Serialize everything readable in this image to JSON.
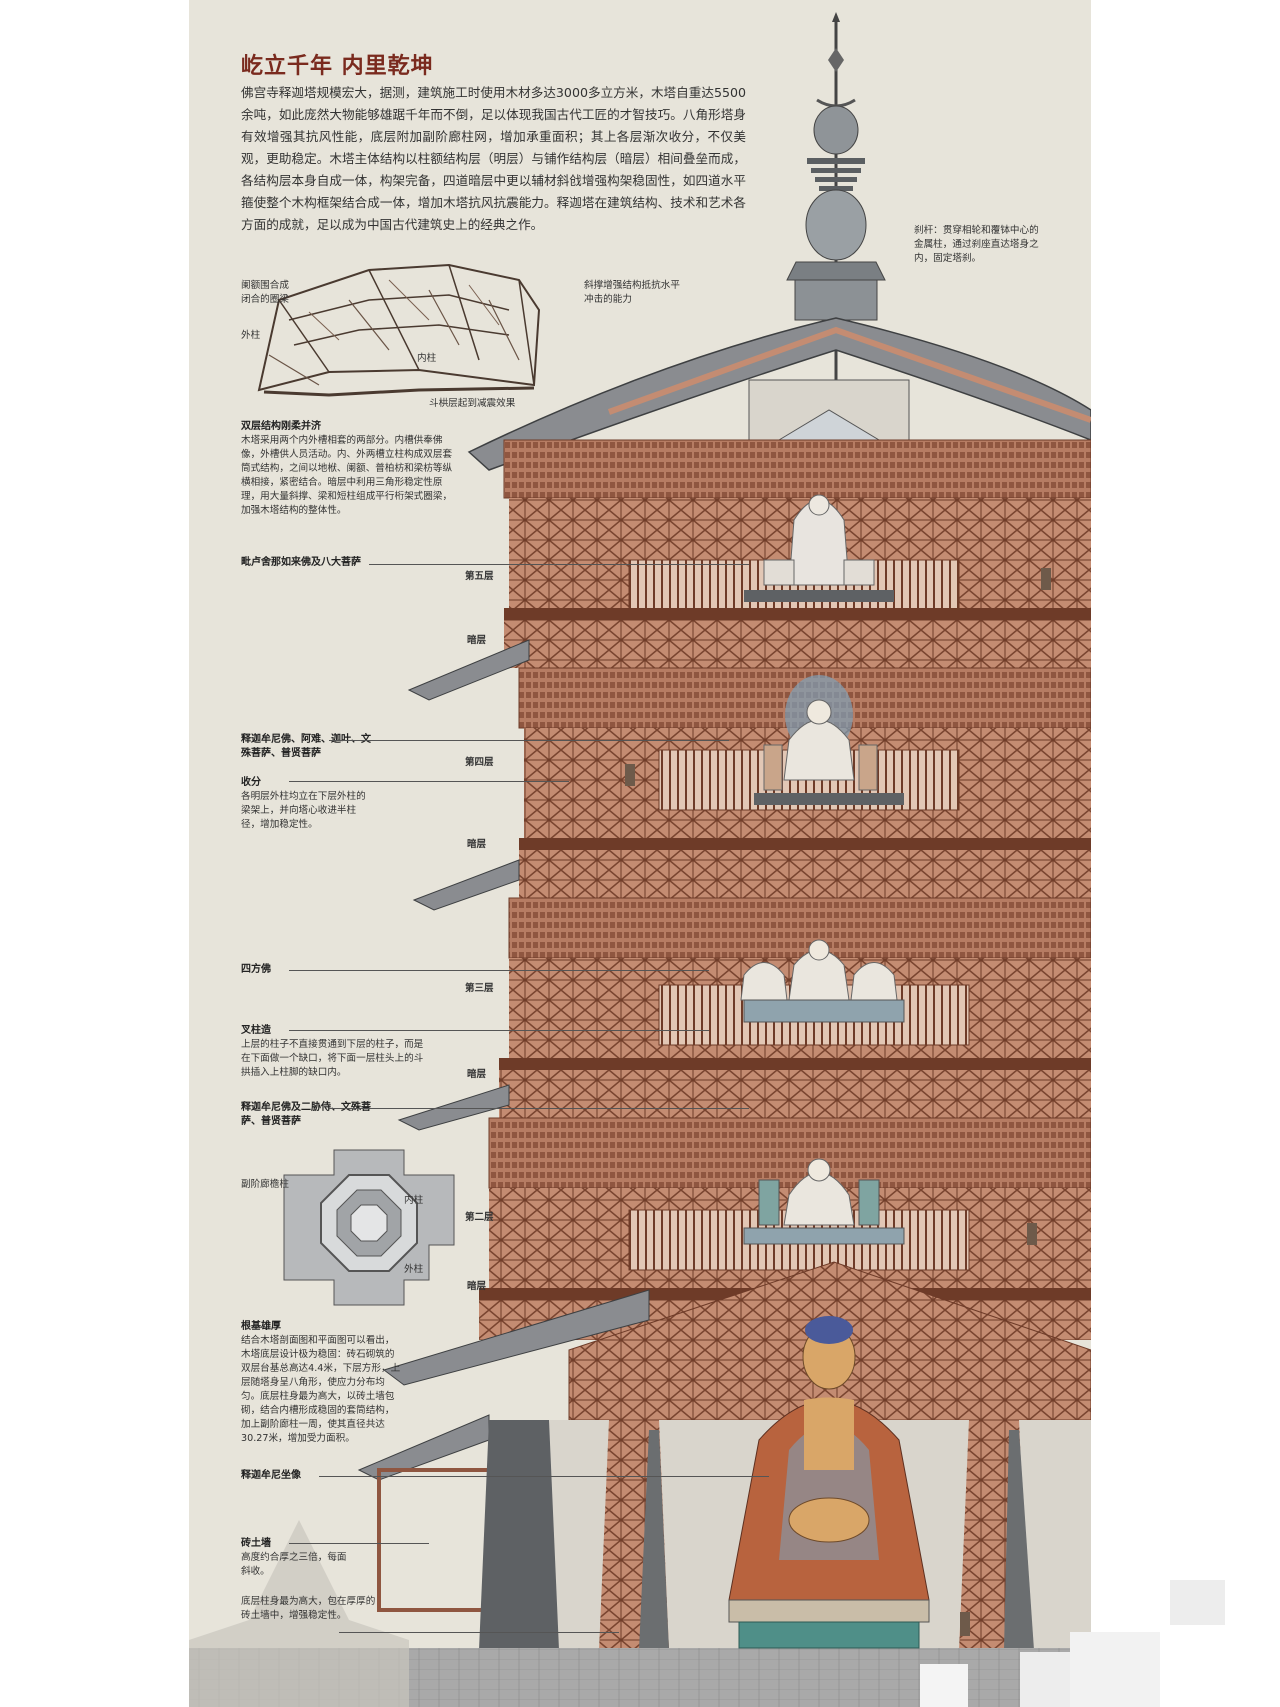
{
  "title": "屹立千年 内里乾坤",
  "intro": "佛宫寺释迦塔规模宏大，据测，建筑施工时使用木材多达3000多立方米，木塔自重达5500余吨，如此庞然大物能够雄踞千年而不倒，足以体现我国古代工匠的才智技巧。八角形塔身有效增强其抗风性能，底层附加副阶廊柱网，增加承重面积；其上各层渐次收分，不仅美观，更助稳定。木塔主体结构以柱额结构层（明层）与铺作结构层（暗层）相间叠垒而成，各结构层本身自成一体，构架完备，四道暗层中更以辅材斜戗增强构架稳固性，如四道水平箍使整个木构框架结合成一体，增加木塔抗风抗震能力。释迦塔在建筑结构、技术和艺术各方面的成就，足以成为中国古代建筑史上的经典之作。",
  "spire_note": "刹杆：贯穿相轮和覆钵中心的金属柱，通过刹座直达塔身之内，固定塔刹。",
  "frame_labels": {
    "ring_beam": "阑额围合成闭合的圈梁",
    "brace": "斜撑增强结构抵抗水平冲击的能力",
    "outer_col": "外柱",
    "inner_col": "内柱",
    "dougong": "斗栱层起到减震效果"
  },
  "notes": [
    {
      "head": "双层结构刚柔并济",
      "body": "木塔采用两个内外槽相套的两部分。内槽供奉佛像，外槽供人员活动。内、外两槽立柱构成双层套筒式结构，之间以地栿、阑额、普柏枋和梁枋等纵横相接，紧密结合。暗层中利用三角形稳定性原理，用大量斜撑、梁和短柱组成平行桁架式圈梁，加强木塔结构的整体性。"
    },
    {
      "head": "毗卢舍那如来佛及八大菩萨",
      "body": ""
    },
    {
      "head": "释迦牟尼佛、阿难、迦叶、文殊菩萨、普贤菩萨",
      "body": ""
    },
    {
      "head": "收分",
      "body": "各明层外柱均立在下层外柱的梁架上，并向塔心收进半柱径，增加稳定性。"
    },
    {
      "head": "四方佛",
      "body": ""
    },
    {
      "head": "叉柱造",
      "body": "上层的柱子不直接贯通到下层的柱子，而是在下面做一个缺口，将下面一层柱头上的斗拱插入上柱脚的缺口内。"
    },
    {
      "head": "释迦牟尼佛及二胁侍、文殊菩萨、普贤菩萨",
      "body": ""
    },
    {
      "head": "根基雄厚",
      "body": "结合木塔剖面图和平面图可以看出，木塔底层设计极为稳固：砖石砌筑的双层台基总高达4.4米，下层方形，上层随塔身呈八角形，使应力分布均匀。底层柱身最为高大，以砖土墙包砌，结合内槽形成稳固的套筒结构，加上副阶廊柱一周，使其直径共达30.27米，增加受力面积。"
    },
    {
      "head": "释迦牟尼坐像",
      "body": ""
    },
    {
      "head": "砖土墙",
      "body": "高度约合厚之三倍，每面斜收。"
    },
    {
      "head": "",
      "body": "底层柱身最为高大，包在厚厚的砖土墙中，增强稳定性。"
    }
  ],
  "plan_labels": {
    "peristyle": "副阶廊檐柱",
    "inner": "内柱",
    "outer": "外柱"
  },
  "floors": {
    "f5": "第五层",
    "m4": "暗层",
    "f4": "第四层",
    "m3": "暗层",
    "f3": "第三层",
    "m2": "暗层",
    "f2": "第二层",
    "m1": "暗层"
  },
  "colors": {
    "background": "#e7e4da",
    "title": "#7a2a1e",
    "timber": "#c48c72",
    "timber_dark": "#6e3b28",
    "roof": "#8a8c90",
    "wall": "#d9d5cc",
    "buddha_robe": "#b8633e",
    "buddha_face": "#d9a668",
    "halo_blue": "#7f9fb6"
  }
}
